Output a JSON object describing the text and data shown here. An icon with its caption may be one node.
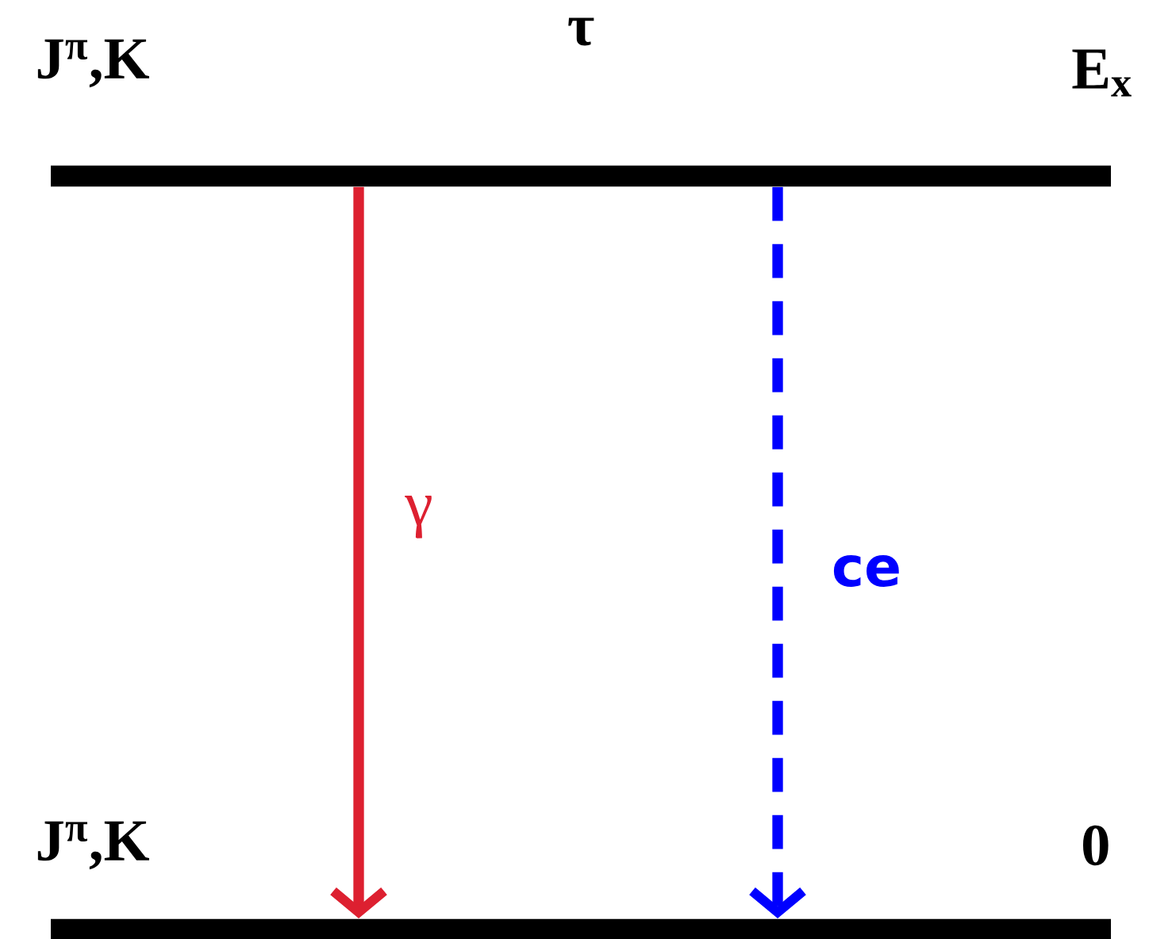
{
  "diagram": {
    "nodes": [
      {
        "text": [
          "J$^{π}$,K",
          "τ",
          "E$_{x}$"
        ]
      },
      {
        "text": [
          "J$^{π}$,K",
          "0"
        ]
      }
    ],
    "edges": [
      {
        "from": 0,
        "to": 1,
        "arrow": "to",
        "label": "γ",
        "color": "#dd2030"
      },
      {
        "from": 0,
        "to": 1,
        "arrow": "to",
        "label": "ce",
        "style": "dashed",
        "color": "#0000ff"
      }
    ]
  }
}
